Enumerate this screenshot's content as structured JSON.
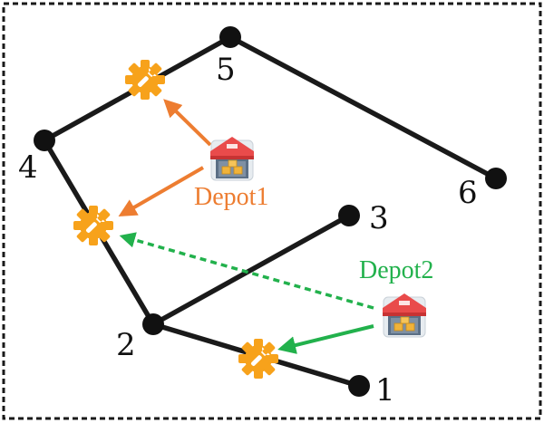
{
  "diagram": {
    "nodes": [
      {
        "id": "1",
        "label": "1"
      },
      {
        "id": "2",
        "label": "2"
      },
      {
        "id": "3",
        "label": "3"
      },
      {
        "id": "4",
        "label": "4"
      },
      {
        "id": "5",
        "label": "5"
      },
      {
        "id": "6",
        "label": "6"
      }
    ],
    "edges": [
      [
        "5",
        "6"
      ],
      [
        "5",
        "4"
      ],
      [
        "4",
        "2"
      ],
      [
        "2",
        "3"
      ],
      [
        "2",
        "1"
      ]
    ],
    "repair_points": [
      "on edge 5-4",
      "on edge 4-2",
      "on edge 2-1"
    ],
    "depots": [
      {
        "id": "depot1",
        "label": "Depot1",
        "color": "#ED7D31",
        "line_style": "solid"
      },
      {
        "id": "depot2",
        "label": "Depot2",
        "color": "#22B14C",
        "line_style": "solid and dashed"
      }
    ],
    "edge_color": "#1a1a1a",
    "node_color": "#111111",
    "gear_color": "#F7A21B",
    "border_style": "dashed"
  }
}
